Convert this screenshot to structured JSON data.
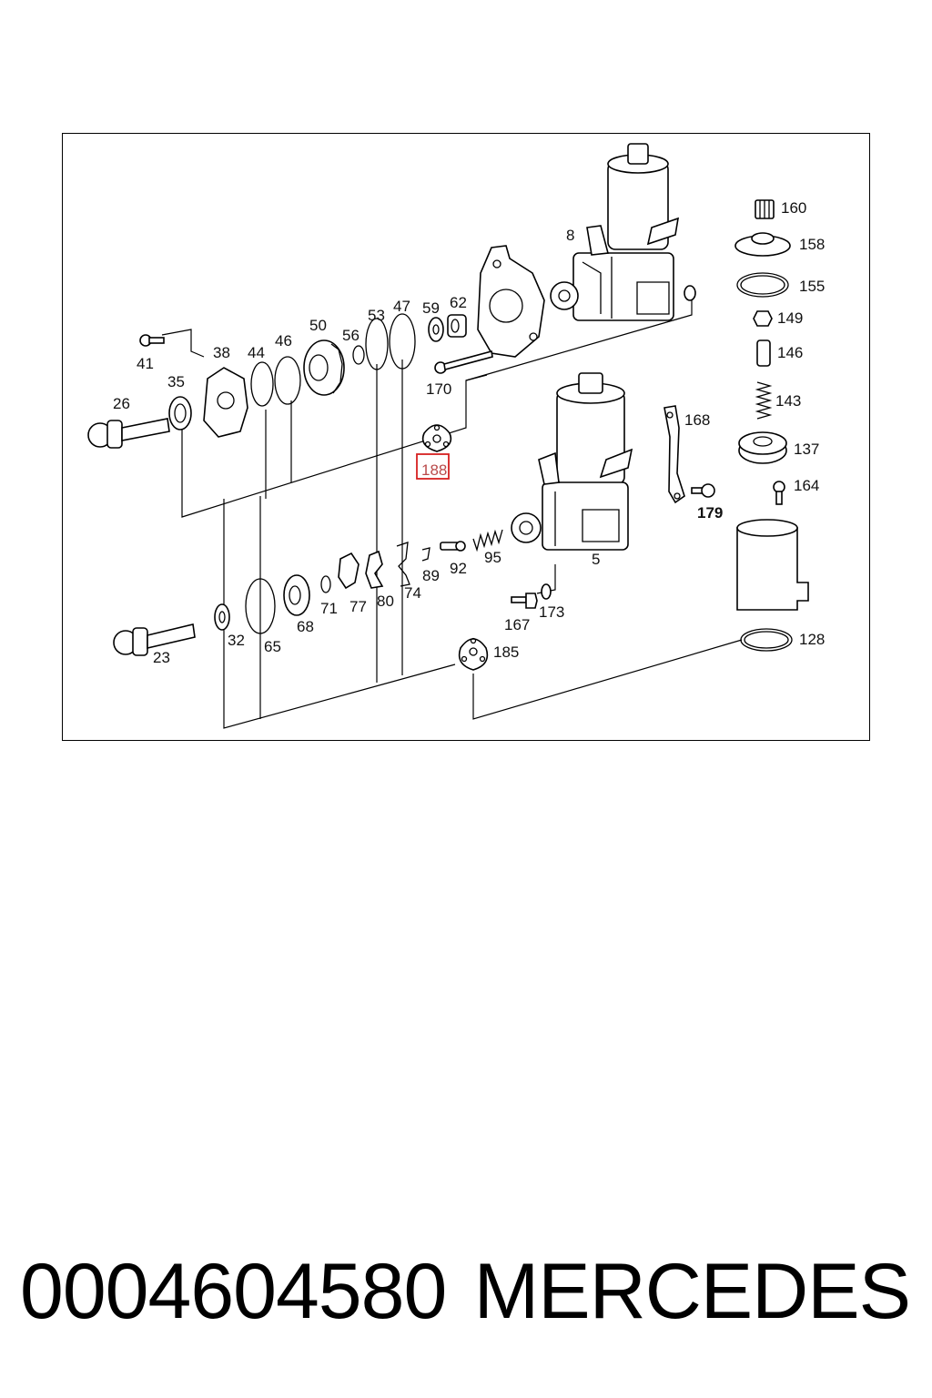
{
  "diagram": {
    "highlighted_label": "188",
    "labels": {
      "p8": "8",
      "p160": "160",
      "p158": "158",
      "p155": "155",
      "p149": "149",
      "p146": "146",
      "p143": "143",
      "p137": "137",
      "p164": "164",
      "p168": "168",
      "p179": "179",
      "p5": "5",
      "p41": "41",
      "p38": "38",
      "p44": "44",
      "p46": "46",
      "p50": "50",
      "p56": "56",
      "p53": "53",
      "p47": "47",
      "p59": "59",
      "p62": "62",
      "p170": "170",
      "p26": "26",
      "p35": "35",
      "p188": "188",
      "p89": "89",
      "p92": "92",
      "p95": "95",
      "p80": "80",
      "p74": "74",
      "p77": "77",
      "p71": "71",
      "p68": "68",
      "p65": "65",
      "p32": "32",
      "p23": "23",
      "p167": "167",
      "p173": "173",
      "p185": "185",
      "p128": "128"
    }
  },
  "footer": {
    "part_number": "0004604580",
    "brand": "MERCEDES"
  }
}
